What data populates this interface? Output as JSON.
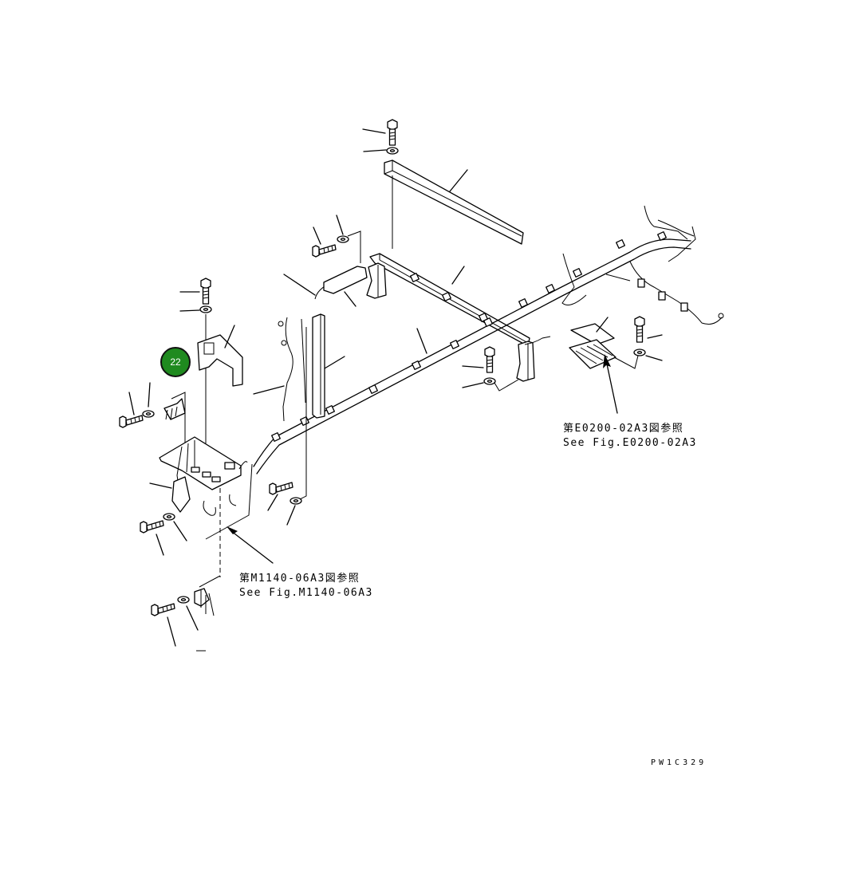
{
  "callout": {
    "label": "22",
    "color": "#1f8a1f"
  },
  "references": {
    "e0200": {
      "line1": "第E0200-02A3図参照",
      "line2": "See Fig.E0200-02A3"
    },
    "m1140": {
      "line1": "第M1140-06A3図参照",
      "line2": "See Fig.M1140-06A3"
    }
  },
  "drawing_code": "PW1C329",
  "icons": [
    "bolt-icon",
    "washer-icon",
    "bracket-icon",
    "clamp-icon",
    "connector-icon",
    "arrow-icon"
  ]
}
